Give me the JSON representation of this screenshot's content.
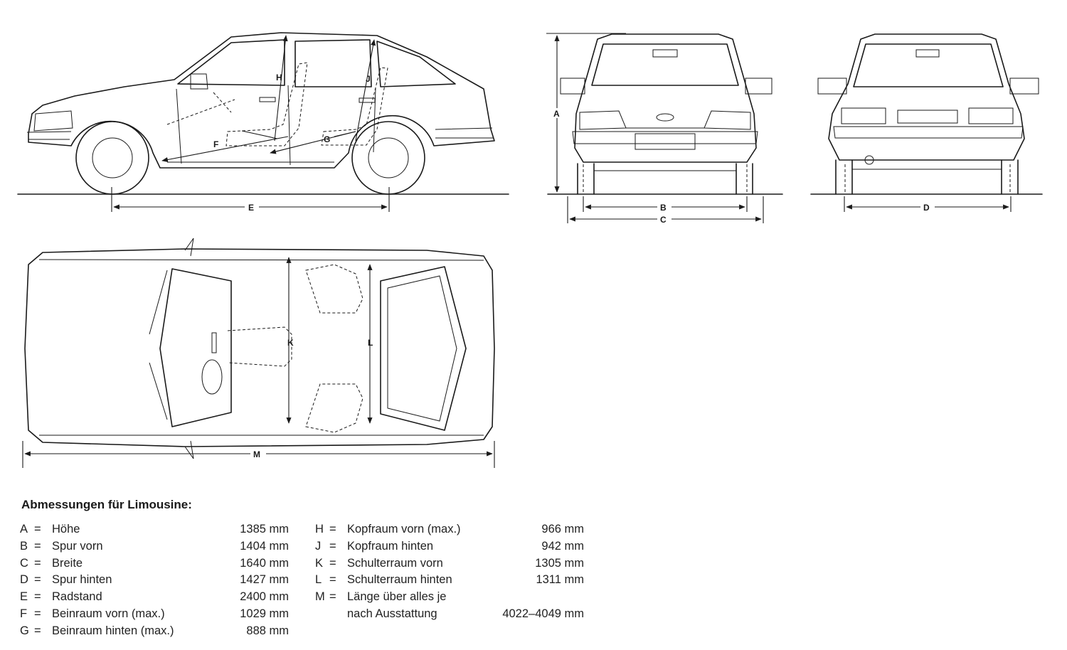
{
  "dimension_markers": {
    "a": "A",
    "b": "B",
    "c": "C",
    "d": "D",
    "e": "E",
    "f": "F",
    "g": "G",
    "h": "H",
    "j": "J",
    "k": "K",
    "l": "L",
    "m": "M"
  },
  "specs": {
    "title": "Abmessungen für Limousine:",
    "left": [
      {
        "key": "A",
        "label": "Höhe",
        "value": "1385 mm"
      },
      {
        "key": "B",
        "label": "Spur vorn",
        "value": "1404 mm"
      },
      {
        "key": "C",
        "label": "Breite",
        "value": "1640 mm"
      },
      {
        "key": "D",
        "label": "Spur hinten",
        "value": "1427 mm"
      },
      {
        "key": "E",
        "label": "Radstand",
        "value": "2400 mm"
      },
      {
        "key": "F",
        "label": "Beinraum vorn (max.)",
        "value": "1029 mm"
      },
      {
        "key": "G",
        "label": "Beinraum hinten (max.)",
        "value": "888 mm"
      }
    ],
    "right": [
      {
        "key": "H",
        "label": "Kopfraum vorn (max.)",
        "value": "966 mm"
      },
      {
        "key": "J",
        "label": "Kopfraum hinten",
        "value": "942 mm"
      },
      {
        "key": "K",
        "label": "Schulterraum vorn",
        "value": "1305 mm"
      },
      {
        "key": "L",
        "label": "Schulterraum hinten",
        "value": "1311 mm"
      },
      {
        "key": "M",
        "label": "Länge über alles je",
        "value": ""
      },
      {
        "key": "",
        "label": "nach Ausstattung",
        "value": "4022–4049 mm"
      }
    ],
    "equals": "="
  }
}
